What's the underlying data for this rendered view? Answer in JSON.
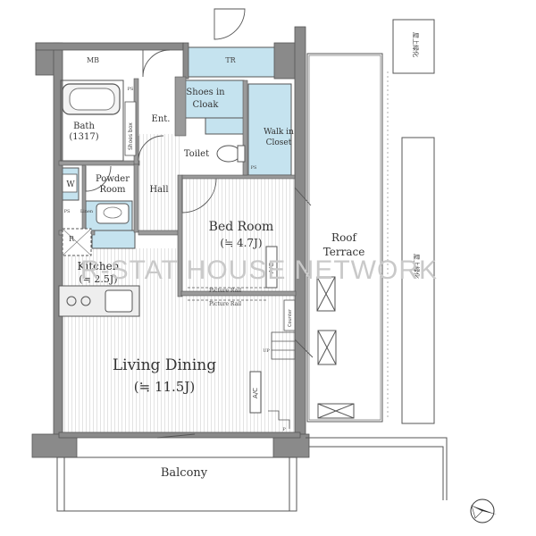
{
  "rooms": {
    "mb": "MB",
    "tr": "TR",
    "shoes_cloak_1": "Shoes in",
    "shoes_cloak_2": "Cloak",
    "walk_closet_1": "Walk in",
    "walk_closet_2": "Closet",
    "ent": "Ent.",
    "bath_1": "Bath",
    "bath_2": "(1317)",
    "shoes_box": "Shoes box",
    "toilet": "Toilet",
    "powder_1": "Powder",
    "powder_2": "Room",
    "w": "W",
    "hall": "Hall",
    "ps": "PS",
    "linen": "Linen",
    "r": "R",
    "bed_1": "Bed Room",
    "bed_2": "(≒ 4.7J)",
    "kitchen_1": "Kitchen",
    "kitchen_2": "(≒ 2.5J)",
    "roof_1": "Roof",
    "roof_2": "Terrace",
    "living_1": "Living Dining",
    "living_2": "(≒ 11.5J)",
    "balcony": "Balcony",
    "ac": "A/C",
    "picture_rail": "Picture Rail",
    "counter": "Counter",
    "up": "UP",
    "p": "P",
    "rooftop_green": "屋上緑化"
  },
  "watermark": "R-STAT HOUSE NETWORK",
  "colors": {
    "wall": "#8a8a8a",
    "wall_dark": "#6e6e6e",
    "water_area": "#c5e3ef",
    "line": "#555555",
    "floor_hatch": "#e4e4e4"
  },
  "icons": [
    "north-arrow-icon"
  ]
}
